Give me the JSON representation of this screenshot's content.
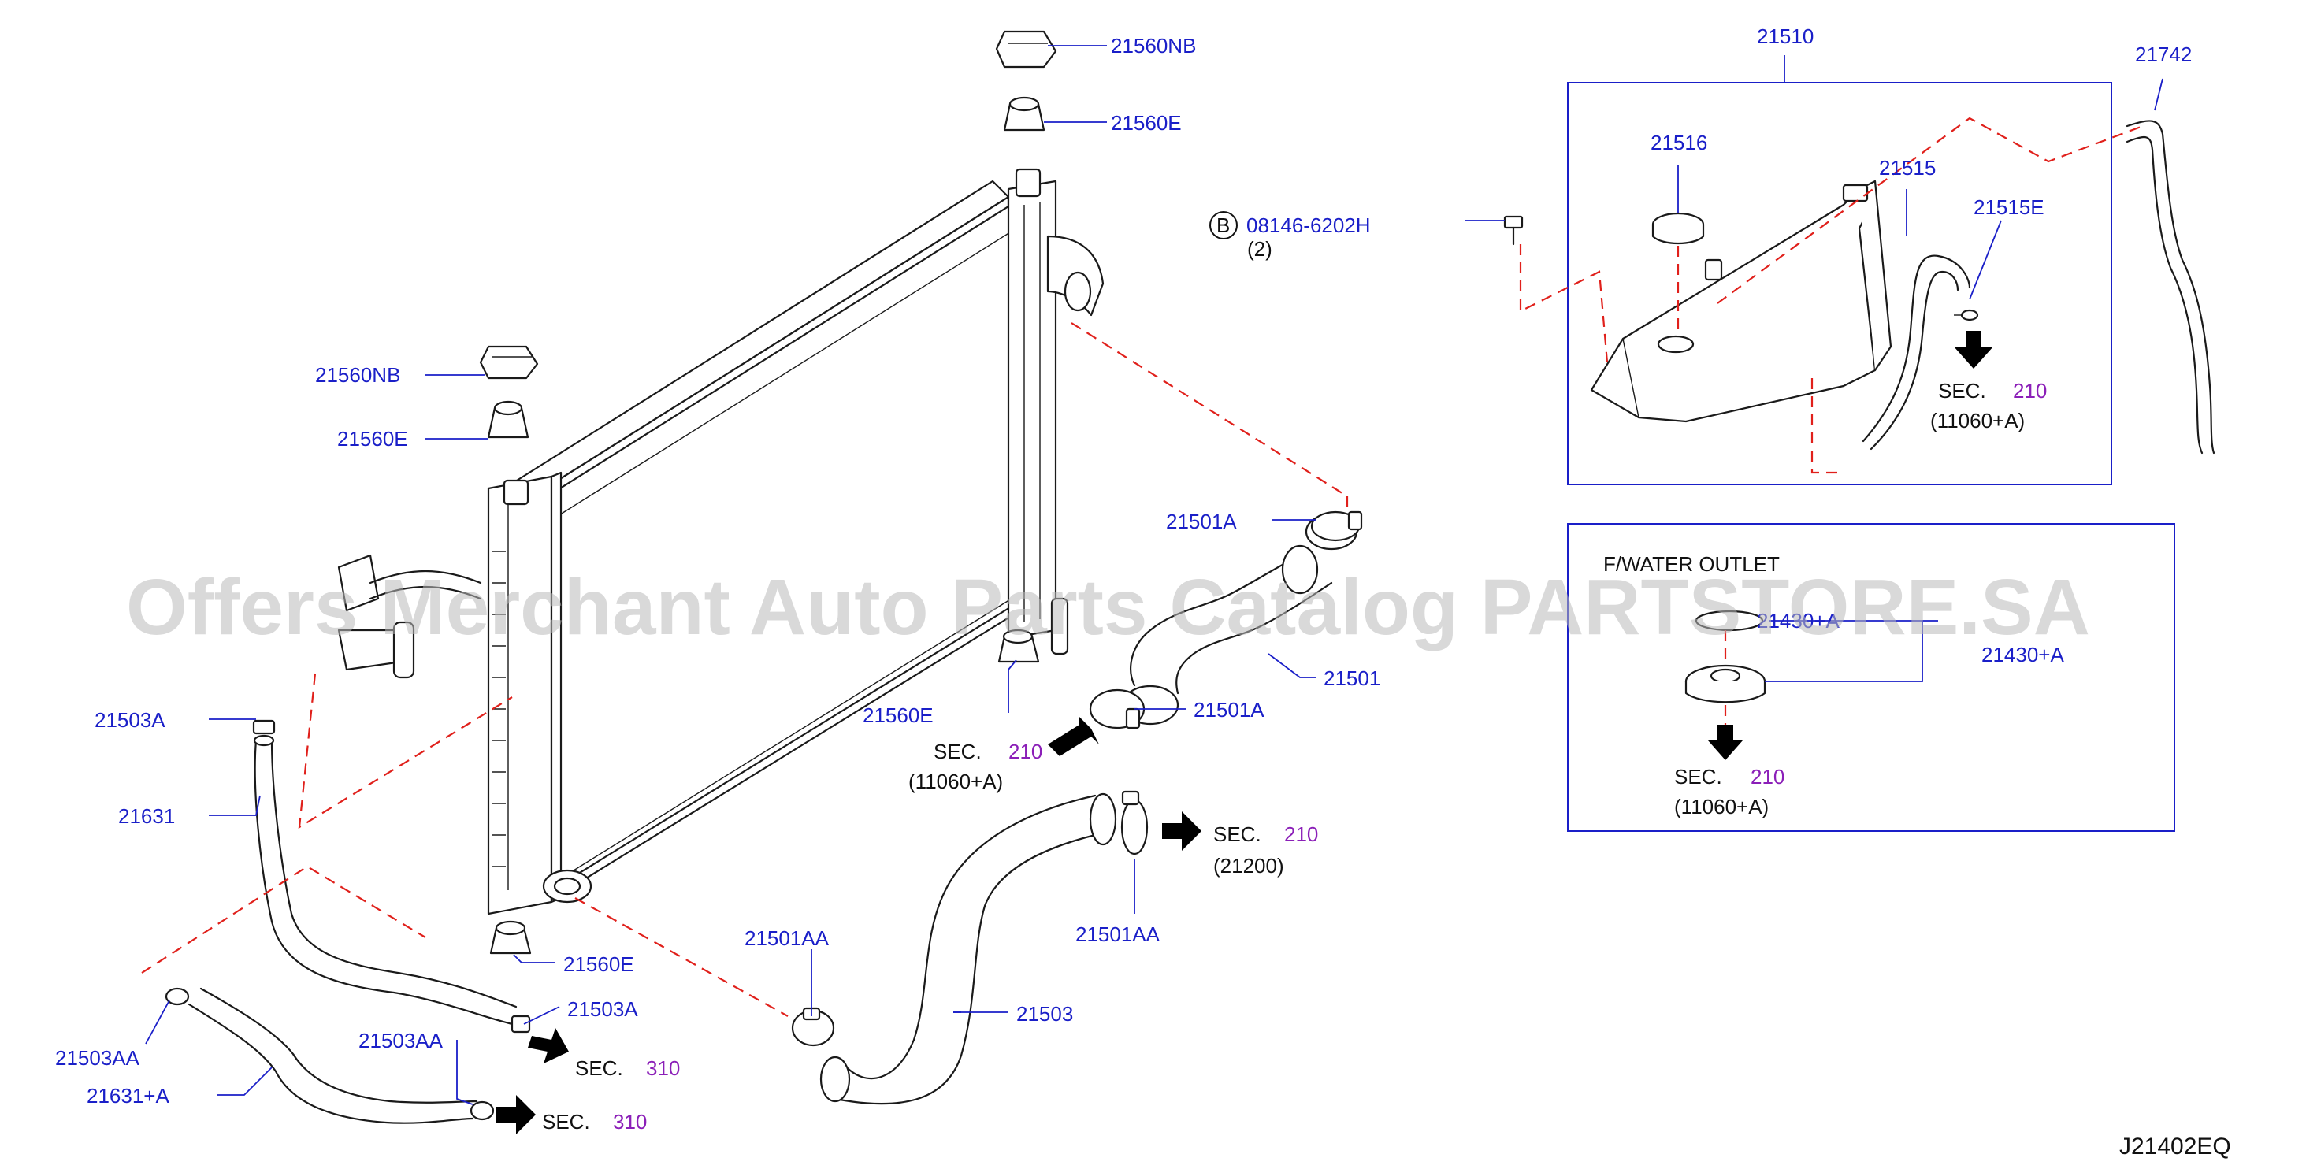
{
  "diagram_code": "J21402EQ",
  "watermark": "Offers Merchant Auto Parts Catalog PARTSTORE.SA",
  "inset_title": "F/WATER  OUTLET",
  "part_labels": {
    "p21560NB_top": "21560NB",
    "p21560E_top": "21560E",
    "p21560NB_left": "21560NB",
    "p21560E_left": "21560E",
    "p21560E_mid": "21560E",
    "p21560E_bot": "21560E",
    "p08146": "08146-6202H",
    "p08146_qty": "(2)",
    "p08146_badge": "B",
    "p21510": "21510",
    "p21516": "21516",
    "p21515": "21515",
    "p21515E": "21515E",
    "p21742": "21742",
    "p21501A_top": "21501A",
    "p21501": "21501",
    "p21501A_mid": "21501A",
    "p21503A_left": "21503A",
    "p21631": "21631",
    "p21503AA_left": "21503AA",
    "p21631A": "21631+A",
    "p21503AA_mid": "21503AA",
    "p21503A_low": "21503A",
    "p21501AA_left": "21501AA",
    "p21501AA_right": "21501AA",
    "p21503": "21503",
    "p21430A_partial": "21430+A",
    "p21430A": "21430+A"
  },
  "sec_refs": {
    "tank": {
      "prefix": "SEC.",
      "num": "210",
      "sub": "(11060+A)"
    },
    "center": {
      "prefix": "SEC.",
      "num": "210",
      "sub": "(11060+A)"
    },
    "hose_right": {
      "prefix": "SEC.",
      "num": "210",
      "sub": "(21200)"
    },
    "inset": {
      "prefix": "SEC.",
      "num": "210",
      "sub": "(11060+A)"
    },
    "low1": {
      "prefix": "SEC.",
      "num": "310"
    },
    "low2": {
      "prefix": "SEC.",
      "num": "310"
    }
  },
  "colors": {
    "label_blue": "#1a1fc8",
    "sec_purple": "#8b1fb8",
    "dash_red": "#e0201b",
    "line": "#1a1a1a"
  }
}
